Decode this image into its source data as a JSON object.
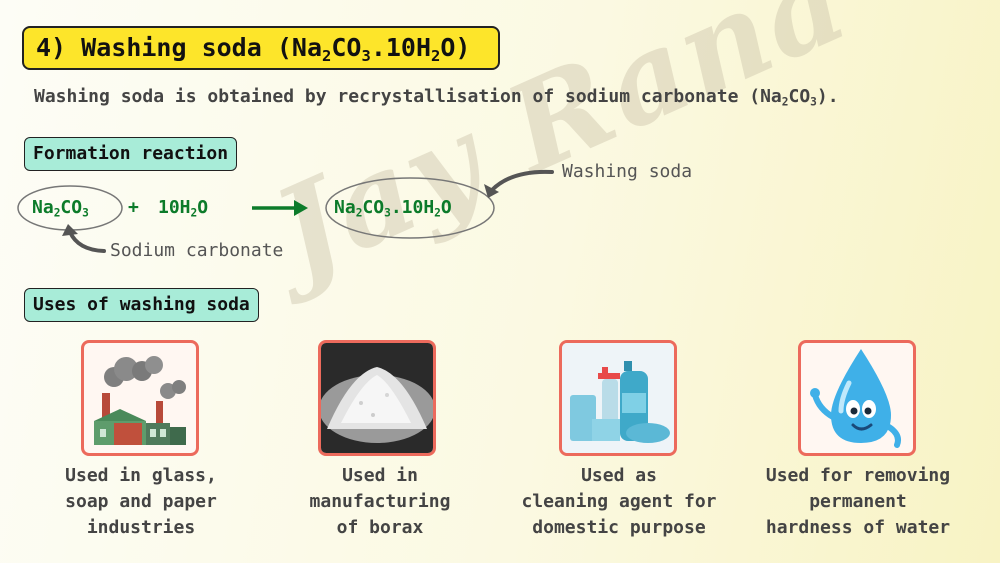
{
  "watermark": "Jay Rana",
  "header": {
    "number": "4)",
    "title": "Washing soda",
    "formula": {
      "p1": "(Na",
      "s1": "2",
      "p2": "CO",
      "s2": "3",
      "p3": ".10H",
      "s3": "2",
      "p4": "O)"
    }
  },
  "intro": {
    "text": "Washing soda is obtained by recrystallisation of sodium carbonate",
    "f1": "(Na",
    "s1": "2",
    "f2": "CO",
    "s2": "3",
    "f3": ")."
  },
  "formation": {
    "label": "Formation reaction",
    "reactant1": {
      "p1": "Na",
      "s1": "2",
      "p2": "CO",
      "s2": "3"
    },
    "plus": "+",
    "reactant2": {
      "p1": "10H",
      "s1": "2",
      "p2": "O"
    },
    "product": {
      "p1": "Na",
      "s1": "2",
      "p2": "CO",
      "s2": "3",
      "p3": ".10H",
      "s3": "2",
      "p4": "O"
    },
    "reactant_note": "Sodium carbonate",
    "product_note": "Washing soda"
  },
  "uses": {
    "label": "Uses of washing soda",
    "items": [
      {
        "icon": "factory-icon",
        "lines": [
          "Used in glass,",
          "soap and paper",
          "industries"
        ]
      },
      {
        "icon": "powder-pile-icon",
        "lines": [
          "Used in",
          "manufacturing",
          "of borax"
        ]
      },
      {
        "icon": "cleaning-bottles-icon",
        "lines": [
          "Used as",
          "cleaning agent for",
          "domestic purpose"
        ]
      },
      {
        "icon": "water-drop-icon",
        "lines": [
          "Used for removing",
          "permanent",
          "hardness of water"
        ]
      }
    ]
  },
  "colors": {
    "title_bg": "#fde52a",
    "label_bg": "#a8ecd8",
    "reaction": "#0c7b2a",
    "card_border": "#ec6a5c"
  }
}
